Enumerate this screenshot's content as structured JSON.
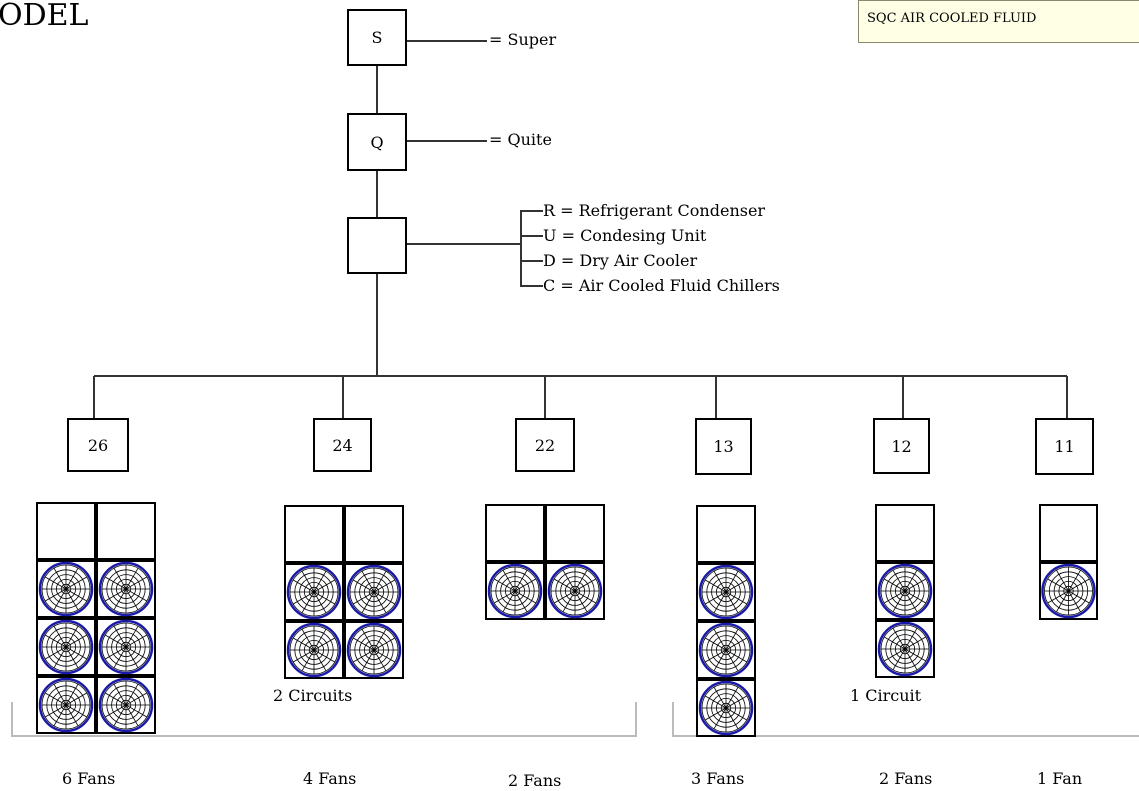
{
  "title": "ODEL",
  "series_label": "SQC AIR COOLED  FLUID",
  "code_boxes": [
    {
      "letter": "S",
      "meaning": "= Super"
    },
    {
      "letter": "Q",
      "meaning": "= Quite"
    },
    {
      "letter": "",
      "meaning": ""
    }
  ],
  "type_options": [
    "R = Refrigerant Condenser",
    "U = Condesing Unit",
    "D = Dry Air Cooler",
    "C = Air Cooled Fluid Chillers"
  ],
  "sizes": [
    {
      "code": "26",
      "fans": "6 Fans",
      "fan_count": 6,
      "columns": 2
    },
    {
      "code": "24",
      "fans": "4 Fans",
      "fan_count": 4,
      "columns": 2
    },
    {
      "code": "22",
      "fans": "2 Fans",
      "fan_count": 2,
      "columns": 2
    },
    {
      "code": "13",
      "fans": "3 Fans",
      "fan_count": 3,
      "columns": 1
    },
    {
      "code": "12",
      "fans": "2 Fans",
      "fan_count": 2,
      "columns": 1
    },
    {
      "code": "11",
      "fans": "1 Fan",
      "fan_count": 1,
      "columns": 1
    }
  ],
  "circuit_groups": [
    {
      "label": "2 Circuits"
    },
    {
      "label": "1 Circuit"
    }
  ],
  "colors": {
    "line": "#333333",
    "fan_ring": "#1a1aa8",
    "bracket": "#bbbbbb"
  }
}
